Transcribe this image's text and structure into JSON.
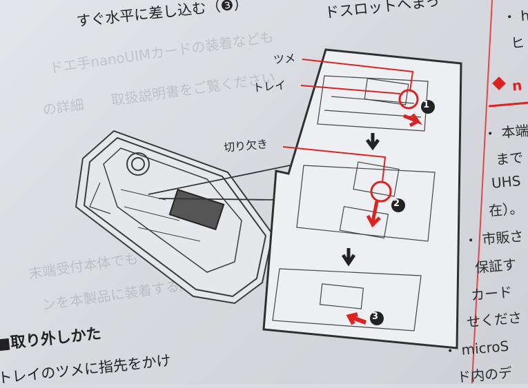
{
  "top": {
    "line1": "すぐ水平に差し込む（❸）",
    "line1_right": "ドスロットへまっ"
  },
  "callouts": {
    "tsume": "ツメ",
    "tray": "トレイ",
    "notch": "切り欠き"
  },
  "steps": [
    "❶",
    "❷",
    "❸"
  ],
  "bottom": {
    "heading": "■取り外しかた",
    "line1": "トレイのツメに指先をかけ"
  },
  "right": {
    "r1": "・ h",
    "r2": "ヒ",
    "r3": "n",
    "r4": "・ 本端",
    "r5": "まで",
    "r6": "UHS",
    "r7": "在）。",
    "r8": "・ 市販さ",
    "r9": "保証す",
    "r10": "カード",
    "r11": "せくださ",
    "r12": "・ microS",
    "r13": "ド内のデ"
  },
  "colors": {
    "accent": "#d22222",
    "ink": "#222222"
  }
}
